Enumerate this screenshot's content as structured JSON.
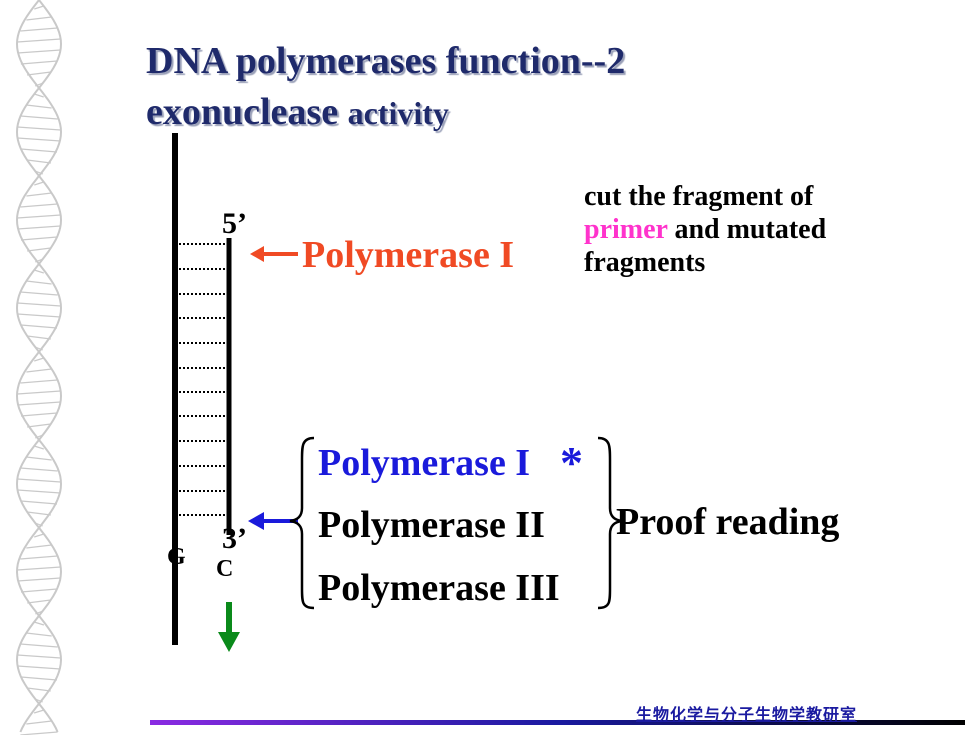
{
  "title": {
    "line1": "DNA polymerases function--2",
    "line2_big": "exonuclease",
    "line2_small": "activity"
  },
  "strand_labels": {
    "five_prime": "5’",
    "three_prime": "3’",
    "base_g": "G",
    "base_c": "C"
  },
  "top_polymerase": {
    "label": "Polymerase I",
    "color": "#f04a24"
  },
  "note": {
    "part1": "cut the fragment of ",
    "highlight": "primer",
    "part2": " and mutated fragments",
    "highlight_color": "#ff33cc"
  },
  "proofreading_group": {
    "items": [
      {
        "label": "Polymerase I",
        "color": "#1a1adb"
      },
      {
        "label": "Polymerase II",
        "color": "#000000"
      },
      {
        "label": "Polymerase III",
        "color": "#000000"
      }
    ],
    "asterisk": "*",
    "asterisk_color": "#1a1adb",
    "function_label": "Proof reading"
  },
  "footer": {
    "text": "生物化学与分子生物学教研室",
    "line_colors": [
      "#8a2be2",
      "#1a1aa0",
      "#000000"
    ]
  }
}
